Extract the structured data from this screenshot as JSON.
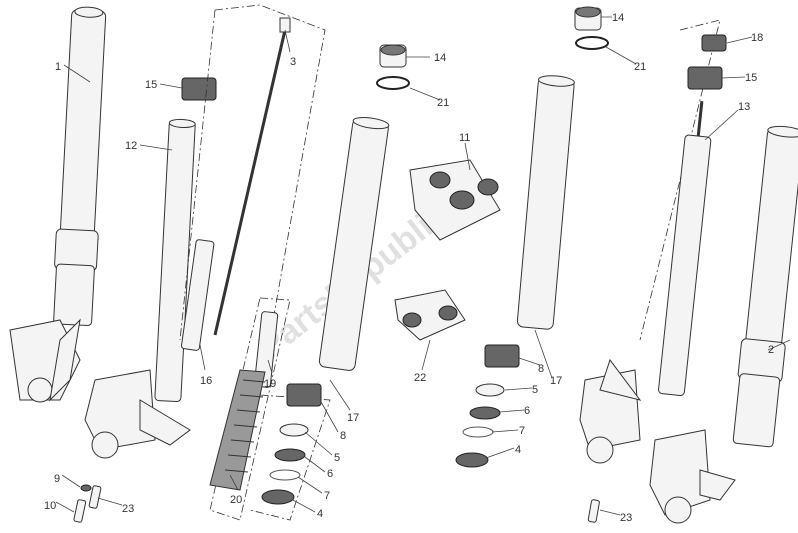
{
  "diagram": {
    "watermark": "PartsRepublik",
    "labels": [
      "1",
      "15",
      "12",
      "3",
      "16",
      "19",
      "20",
      "9",
      "10",
      "23",
      "14",
      "21",
      "17",
      "8",
      "5",
      "6",
      "7",
      "4",
      "11",
      "22",
      "14",
      "21",
      "17",
      "8",
      "5",
      "6",
      "7",
      "4",
      "18",
      "15",
      "13",
      "2",
      "23"
    ],
    "colors": {
      "line": "#333333",
      "part_fill": "#f4f4f4",
      "dark_part": "#666666"
    }
  }
}
